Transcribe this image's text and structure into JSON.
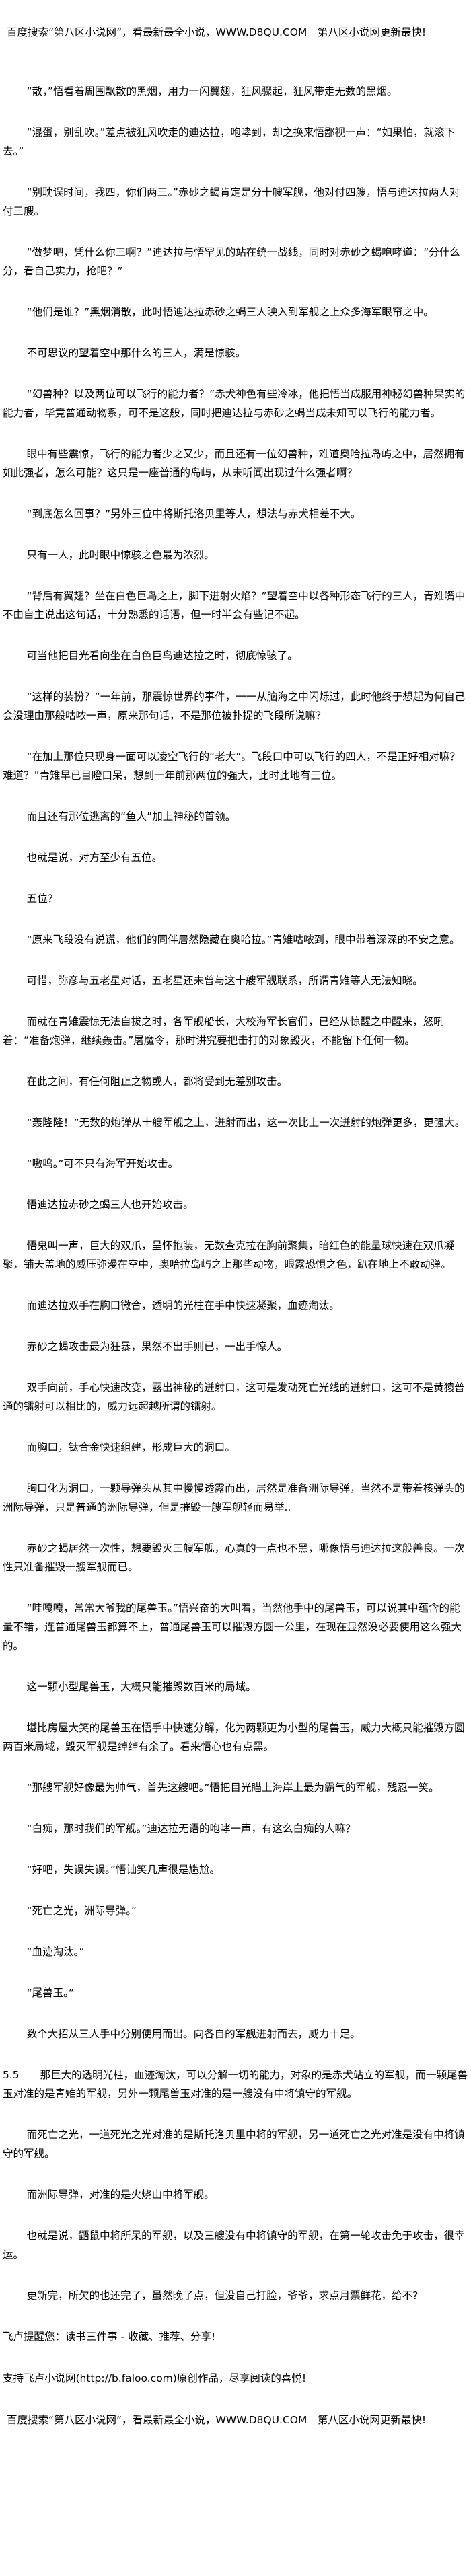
{
  "banner": "百度搜索“第八区小说网”，看最新最全小说，WWW.D8QU.COM　第八区小说网更新最快!",
  "paragraphs": [
    "“散，”悟看着周围飘散的黑烟，用力一闪翼翅，狂风骤起，狂风带走无数的黑烟。",
    "“混蛋，别乱吹。”差点被狂风吹走的迪达拉，咆哮到，却之换来悟鄙视一声：“如果怕，就滚下去。”",
    "“别耽误时间，我四，你们两三。”赤砂之蝎肯定是分十艘军舰，他对付四艘，悟与迪达拉两人对付三艘。",
    "“做梦吧，凭什么你三啊？”迪达拉与悟罕见的站在统一战线，同时对赤砂之蝎咆哮道：“分什么分，看自己实力，抢吧？”",
    "“他们是谁？”黑烟消散，此时悟迪达拉赤砂之蝎三人映入到军舰之上众多海军眼帘之中。",
    "不可思议的望着空中那什么的三人，满是惊骇。",
    "“幻兽种？以及两位可以飞行的能力者？”赤犬神色有些冷冰，他把悟当成服用神秘幻兽种果实的能力者，毕竟普通动物系，可不是这般，同时把迪达拉与赤砂之蝎当成未知可以飞行的能力者。",
    "眼中有些震惊，飞行的能力者少之又少，而且还有一位幻兽种，难道奥哈拉岛屿之中，居然拥有如此强者，怎么可能？这只是一座普通的岛屿，从未听闻出现过什么强者啊？",
    "“到底怎么回事？”另外三位中将斯托洛贝里等人，想法与赤犬相差不大。",
    "只有一人，此时眼中惊骇之色最为浓烈。",
    "“背后有翼翅？坐在白色巨鸟之上，脚下迸射火焰？”望着空中以各种形态飞行的三人，青雉嘴中不由自主说出这句话，十分熟悉的话语，但一时半会有些记不起。",
    "可当他把目光看向坐在白色巨鸟迪达拉之时，彻底惊骇了。",
    "“这样的装扮？”一年前，那震惊世界的事件，一一从脑海之中闪烁过，此时他终于想起为何自己会没理由那般咕哝一声，原来那句话，不是那位被扑捉的飞段所说嘛？",
    "“在加上那位只现身一面可以凌空飞行的“老大”。飞段口中可以飞行的四人，不是正好相对嘛？难道？”青雉早已目瞪口呆，想到一年前那两位的强大，此时此地有三位。",
    "而且还有那位逃离的“鱼人”加上神秘的首领。",
    "也就是说，对方至少有五位。",
    "五位？",
    "“原来飞段没有说谎，他们的同伴居然隐藏在奥哈拉。”青雉咕哝到，眼中带着深深的不安之意。",
    "可惜，弥彦与五老星对话，五老星还未曾与这十艘军舰联系，所谓青雉等人无法知晓。",
    "而就在青雉震惊无法自拔之时，各军舰船长，大校海军长官们，已经从惊醒之中醒来，怒吼着：“准备炮弹，继续轰击。”屠魔令，那时讲究要把击打的对象毁灭，不能留下任何一物。",
    "在此之间，有任何阻止之物或人，都将受到无差别攻击。",
    "“轰隆隆！”无数的炮弹从十艘军舰之上，迸射而出，这一次比上一次迸射的炮弹更多，更强大。",
    "“嗷呜。”可不只有海军开始攻击。",
    "悟迪达拉赤砂之蝎三人也开始攻击。",
    "悟鬼叫一声，巨大的双爪，呈怀抱装，无数查克拉在胸前聚集，暗红色的能量球快速在双爪凝聚，铺天盖地的威压弥漫在空中，奥哈拉岛屿之上那些动物，眼露恐惧之色，趴在地上不敢动弹。",
    "而迪达拉双手在胸口微合，透明的光柱在手中快速凝聚，血迹淘汰。",
    "赤砂之蝎攻击最为狂暴，果然不出手则已，一出手惊人。",
    "双手向前，手心快速改变，露出神秘的迸射口，这可是发动死亡光线的迸射口，这可不是黄猿普通的镭射可以相比的，威力远超越所谓的镭射。",
    "而胸口，钛合金快速组建，形成巨大的洞口。",
    "胸口化为洞口，一颗导弹头从其中慢慢透露而出，居然是准备洲际导弹，当然不是带着核弹头的洲际导弹，只是普通的洲际导弹，但是摧毁一艘军舰轻而易举..",
    "赤砂之蝎居然一次性，想要毁灭三艘军舰，心真的一点也不黑，哪像悟与迪达拉这般善良。一次性只准备摧毁一艘军舰而已。",
    "“哇嘎嘎，常常大爷我的尾兽玉。”悟兴奋的大叫着，当然他手中的尾兽玉，可以说其中蕴含的能量不错，连普通尾兽玉都算不上，普通尾兽玉可以摧毁方圆一公里，在现在显然没必要使用这么强大的。",
    "这一颗小型尾兽玉，大概只能摧毁数百米的局域。",
    "堪比房屋大笑的尾兽玉在悟手中快速分解，化为两颗更为小型的尾兽玉，威力大概只能摧毁方圆两百米局域，毁灭军舰是绰绰有余了。看来悟心也有点黑。",
    "“那艘军舰好像最为帅气，首先这艘吧。”悟把目光瞄上海岸上最为霸气的军舰，残忍一笑。",
    "“白痴，那时我们的军舰。”迪达拉无语的咆哮一声，有这么白痴的人嘛？",
    "“好吧，失误失误。”悟讪笑几声很是尴尬。",
    "“死亡之光，洲际导弹。”",
    "“血迹淘汰。”",
    "“尾兽玉。”",
    "数个大招从三人手中分别使用而出。向各自的军舰迸射而去，威力十足。",
    "5.5　　那巨大的透明光柱，血迹淘汰，可以分解一切的能力，对象的是赤犬站立的军舰，而一颗尾兽玉对准的是青雉的军舰，另外一颗尾兽玉对准的是一艘没有中将镇守的军舰。",
    "而死亡之光，一道死光之光对准的是斯托洛贝里中将的军舰，另一道死亡之光对准是没有中将镇守的军舰。",
    "而洲际导弹，对准的是火烧山中将军舰。",
    "也就是说，鼯鼠中将所呆的军舰，以及三艘没有中将镇守的军舰，在第一轮攻击免于攻击，很幸运。",
    "更新完，所欠的也还完了，虽然晚了点，但没自己打脸，爷爷，求点月票鲜花，给不?"
  ],
  "noindent_paragraphs": [
    41
  ],
  "footer": {
    "reminder": "飞卢提醒您：读书三件事 - 收藏、推荐、分享!",
    "support": "支持飞卢小说网(http://b.faloo.com)原创作品，尽享阅读的喜悦!",
    "banner": "百度搜索“第八区小说网”，看最新最全小说，WWW.D8QU.COM　第八区小说网更新最快!"
  }
}
